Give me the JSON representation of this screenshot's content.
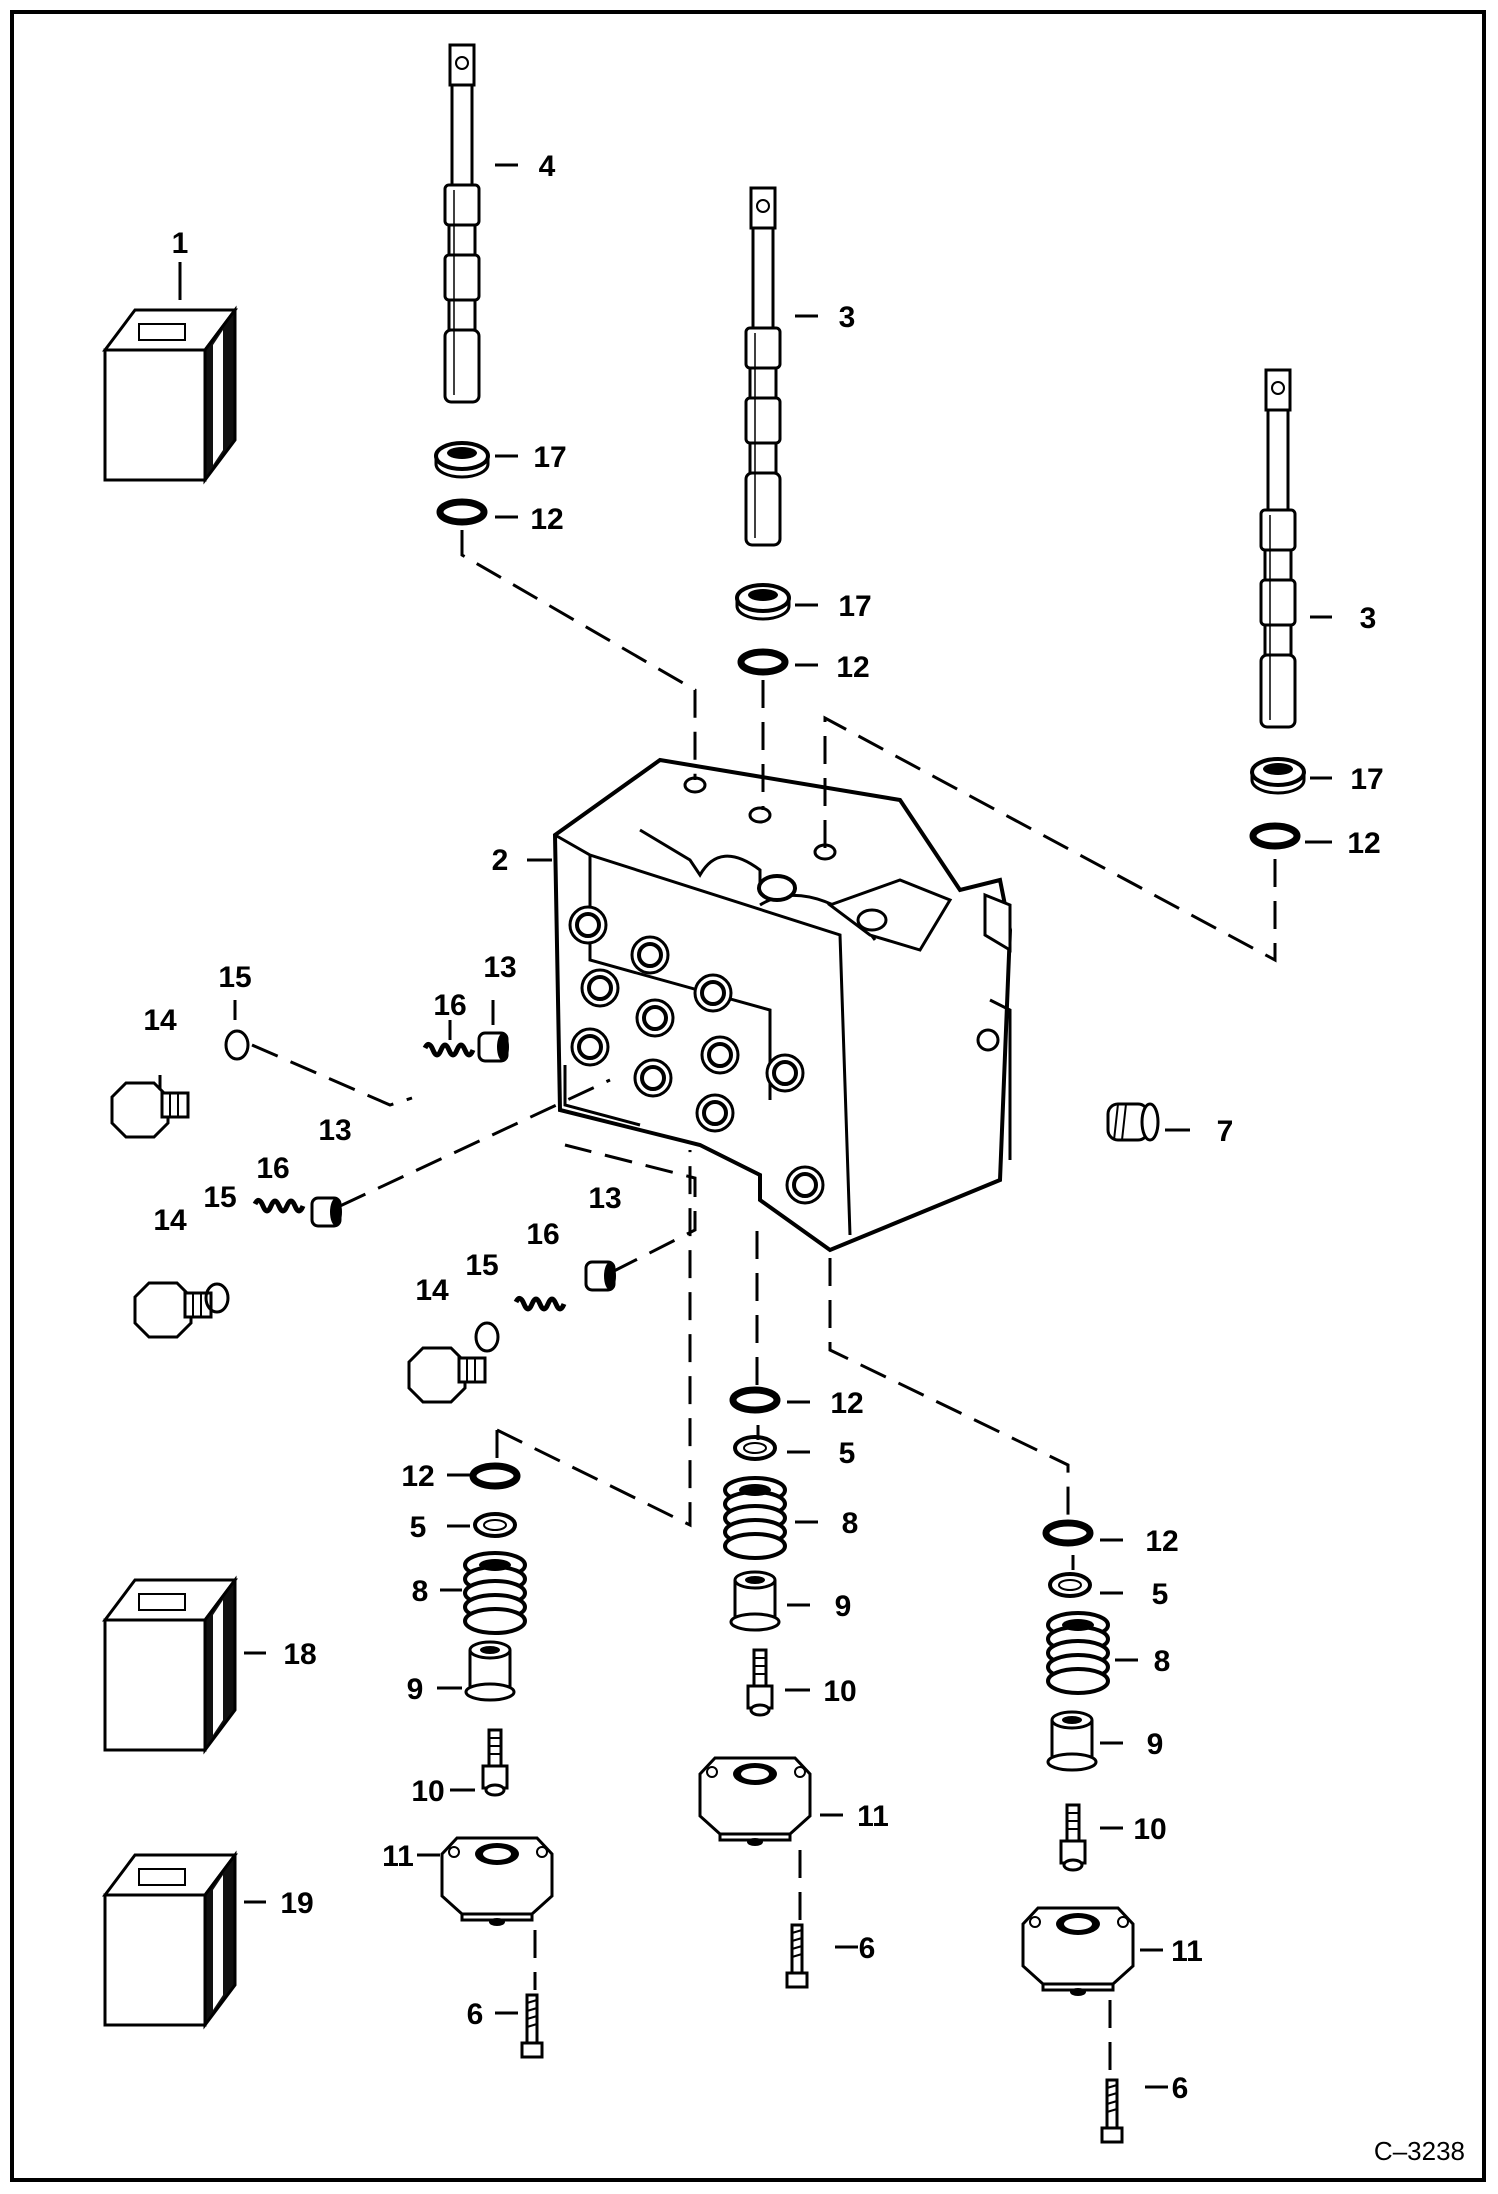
{
  "drawing_code": "C–3238",
  "callouts": {
    "c1": "1",
    "c2": "2",
    "c3a": "3",
    "c3b": "3",
    "c4": "4",
    "c5a": "5",
    "c5b": "5",
    "c5c": "5",
    "c6a": "6",
    "c6b": "6",
    "c6c": "6",
    "c7": "7",
    "c8a": "8",
    "c8b": "8",
    "c8c": "8",
    "c9a": "9",
    "c9b": "9",
    "c9c": "9",
    "c10a": "10",
    "c10b": "10",
    "c10c": "10",
    "c11a": "11",
    "c11b": "11",
    "c11c": "11",
    "c12a": "12",
    "c12b": "12",
    "c12c": "12",
    "c12d": "12",
    "c12e": "12",
    "c12f": "12",
    "c13a": "13",
    "c13b": "13",
    "c13c": "13",
    "c14a": "14",
    "c14b": "14",
    "c14c": "14",
    "c15a": "15",
    "c15b": "15",
    "c15c": "15",
    "c16a": "16",
    "c16b": "16",
    "c16c": "16",
    "c17a": "17",
    "c17b": "17",
    "c17c": "17",
    "c18": "18",
    "c19": "19"
  }
}
